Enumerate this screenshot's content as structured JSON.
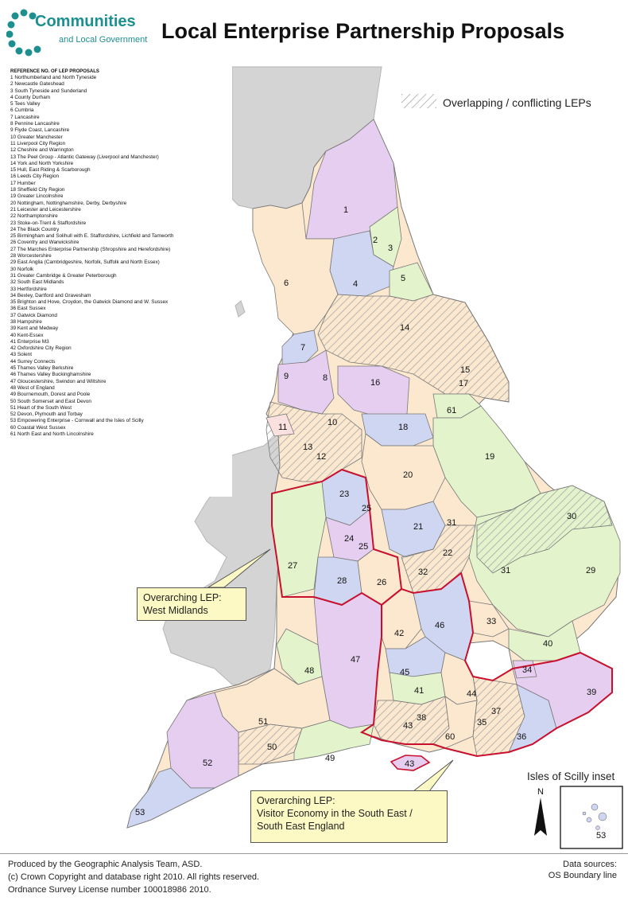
{
  "header": {
    "logo_title": "Communities",
    "logo_subtitle": "and Local Government",
    "title": "Local Enterprise Partnership Proposals"
  },
  "legend": {
    "heading": "REFERENCE NO. OF LEP PROPOSALS",
    "items": [
      "1 Northumberland and North Tyneside",
      "2 Newcastle Gateshead",
      "3 South Tyneside and Sunderland",
      "4 County Durham",
      "5 Tees Valley",
      "6 Cumbria",
      "7 Lancashire",
      "8 Pennine Lancashire",
      "9 Flyde Coast, Lancashire",
      "10 Greater Manchester",
      "11 Liverpool City Region",
      "12 Cheshire and Warrington",
      "13 The Peel Group - Atlantic Gateway (Liverpool and Manchester)",
      "14 York and North Yorkshire",
      "15 Hull, East Riding & Scarborough",
      "16 Leeds City Region",
      "17 Humber",
      "18 Sheffield City Region",
      "19 Greater Lincolnshire",
      "20 Nottingham, Nottinghamshire, Derby, Derbyshire",
      "21 Leicester and Leicestershire",
      "22 Northamptonshire",
      "23 Stoke-on-Trent & Staffordshire",
      "24 The Black Country",
      "25 Birmingham and Solihull with E. Staffordshire, Lichfield and Tamworth",
      "26 Coventry and Warwickshire",
      "27 The Marches Enterprise Partnership (Shropshire and Herefordshire)",
      "28 Worcestershire",
      "29 East Anglia (Cambridgeshire, Norfolk, Suffolk and North Essex)",
      "30 Norfolk",
      "31 Greater Cambridge & Greater Peterborough",
      "32 South East Midlands",
      "33 Hertfordshire",
      "34 Bexley, Dartford and Gravesham",
      "35 Brighton and Hove, Croydon, the Gatwick Diamond and W. Sussex",
      "36 East Sussex",
      "37 Gatwick Diamond",
      "38 Hampshire",
      "39 Kent and Medway",
      "40 Kent-Essex",
      "41 Enterprise M3",
      "42 Oxfordshire City Region",
      "43 Solent",
      "44 Surrey Connects",
      "45 Thames Valley Berkshire",
      "46 Thames Valley Buckinghamshire",
      "47 Gloucestershire, Swindon and Wiltshire",
      "48 West of England",
      "49 Bournemouth, Dorest and Poole",
      "50 South Somerset and East Devon",
      "51 Heart of the South West",
      "52 Devon, Plymouth and Torbay",
      "53 Empowering Enterprise - Cornwall and the Isles of Scilly",
      "60 Coastal West Sussex",
      "61 North East and North Lincolnshire"
    ]
  },
  "map": {
    "overlap_legend_label": "Overlapping / conflicting LEPs",
    "labels": [
      "1",
      "2",
      "3",
      "4",
      "5",
      "6",
      "7",
      "8",
      "9",
      "10",
      "11",
      "12",
      "13",
      "14",
      "15",
      "16",
      "17",
      "18",
      "19",
      "20",
      "21",
      "22",
      "23",
      "24",
      "25",
      "25",
      "26",
      "27",
      "28",
      "29",
      "30",
      "31",
      "31",
      "32",
      "33",
      "34",
      "35",
      "36",
      "37",
      "38",
      "39",
      "40",
      "41",
      "42",
      "43",
      "43",
      "44",
      "45",
      "46",
      "47",
      "48",
      "49",
      "50",
      "51",
      "52",
      "53",
      "60",
      "61"
    ],
    "callout_west_midlands": [
      "Overarching LEP:",
      "West Midlands"
    ],
    "callout_south_east": [
      "Overarching LEP:",
      "Visitor Economy in the South East /",
      "South East England"
    ],
    "inset_title": "Isles of Scilly inset",
    "inset_label": "53",
    "north_arrow": "N",
    "colors": {
      "sea": "#ffffff",
      "land_outside": "#d4d4d4",
      "purple": "#e6cef0",
      "peach": "#fbe8cf",
      "green": "#e3f3cc",
      "blue": "#cfd6f2",
      "overarching_border": "#c8102e",
      "callout_fill": "#fdf9c4"
    }
  },
  "footer": {
    "lines": [
      "Produced by the Geographic Analysis Team, ASD.",
      "(c) Crown Copyright and database right 2010.  All rights reserved.",
      "Ordnance Survey License number 100018986 2010."
    ],
    "sources": [
      "Data sources:",
      "OS Boundary line"
    ]
  }
}
